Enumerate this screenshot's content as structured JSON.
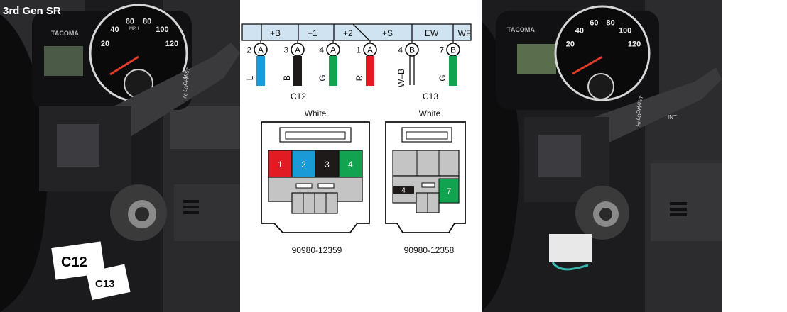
{
  "left_photo": {
    "header": "3rd Gen SR",
    "gauge_brand": "TACOMA",
    "gauge_unit": "MPH",
    "speed_ticks": [
      "20",
      "40",
      "60",
      "80",
      "100",
      "120"
    ],
    "stalk_labels": [
      "MIST",
      "OFF",
      "LO",
      "HI"
    ],
    "tag_c12": "C12",
    "tag_c13": "C13"
  },
  "right_photo": {
    "gauge_brand": "TACOMA",
    "speed_ticks": [
      "20",
      "40",
      "60",
      "80",
      "100",
      "120"
    ],
    "stalk_labels": [
      "MIST",
      "OFF",
      "INT",
      "LO",
      "HI"
    ],
    "int_label": "INT"
  },
  "diagram": {
    "colors": {
      "header_bg": "#cfe3f0",
      "red": "#e21b23",
      "blue": "#1a9ad6",
      "black": "#1e1a1a",
      "green": "#12a350",
      "gray": "#c4c4c4"
    },
    "header_labels": [
      {
        "text": "+B"
      },
      {
        "text": "+1"
      },
      {
        "text": "+2"
      },
      {
        "text": "+S"
      },
      {
        "text": "EW"
      },
      {
        "text": "WF"
      }
    ],
    "pins": [
      {
        "num": "2",
        "conn": "A",
        "wire": "L",
        "color": "blue"
      },
      {
        "num": "3",
        "conn": "A",
        "wire": "B",
        "color": "black"
      },
      {
        "num": "4",
        "conn": "A",
        "wire": "G",
        "color": "green"
      },
      {
        "num": "1",
        "conn": "A",
        "wire": "R",
        "color": "red"
      },
      {
        "num": "4",
        "conn": "B",
        "wire": "W–B",
        "color": "double"
      },
      {
        "num": "7",
        "conn": "B",
        "wire": "G",
        "color": "green"
      }
    ],
    "connectors": [
      {
        "name": "C12",
        "color_label": "White",
        "part_number": "90980-12359",
        "cells": [
          "1",
          "2",
          "3",
          "4"
        ]
      },
      {
        "name": "C13",
        "color_label": "White",
        "part_number": "90980-12358",
        "cells": [
          "4",
          "7"
        ]
      }
    ]
  }
}
